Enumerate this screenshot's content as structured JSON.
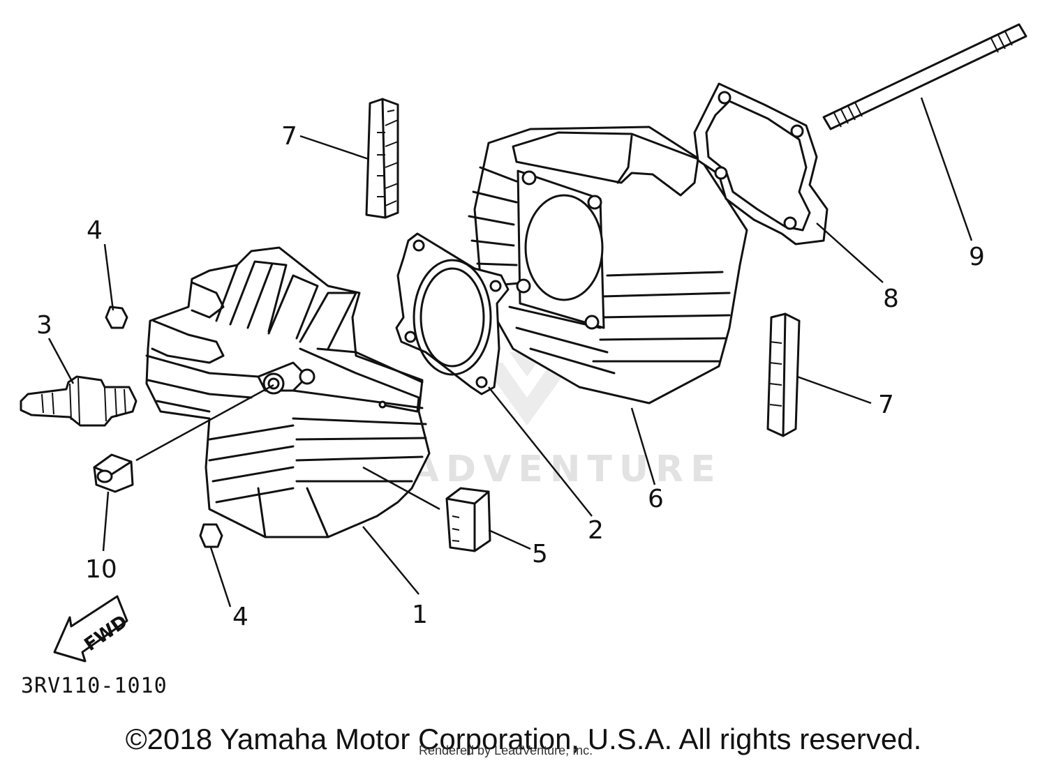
{
  "diagram": {
    "watermark": "LEADVENTURE",
    "fwd_label": "FWD",
    "part_number": "3RV110-1010",
    "copyright": "©2018 Yamaha Motor Corporation, U.S.A. All rights reserved.",
    "rendered_by": "Rendered by LeadVenture, Inc.",
    "callouts": [
      "1",
      "2",
      "3",
      "4",
      "4",
      "5",
      "6",
      "7",
      "7",
      "8",
      "9",
      "10"
    ]
  }
}
